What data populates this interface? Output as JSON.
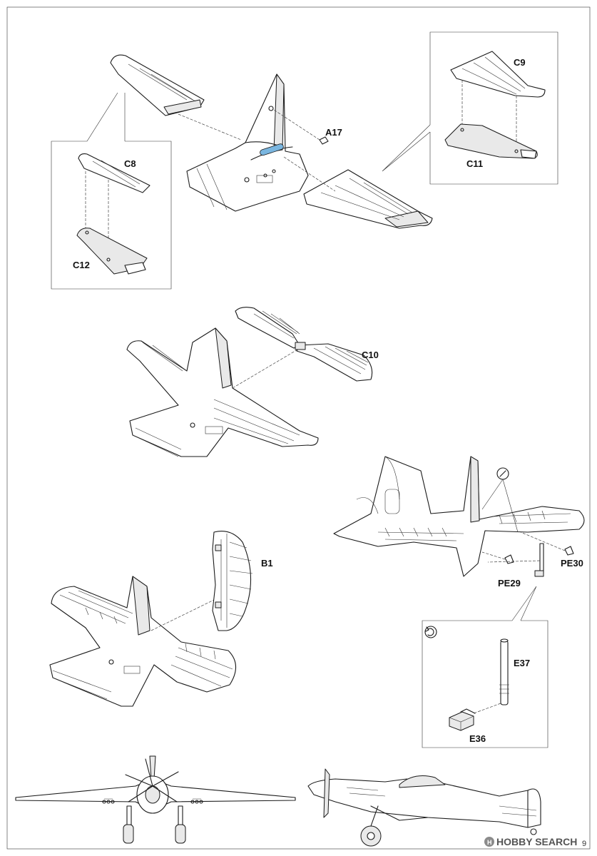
{
  "parts": {
    "a17": "A17",
    "c8": "C8",
    "c9": "C9",
    "c10": "C10",
    "c11": "C11",
    "c12": "C12",
    "b1": "B1",
    "pe29": "PE29",
    "pe30": "PE30",
    "e36": "E36",
    "e37": "E37"
  },
  "icons": {
    "rotate": "rotate-icon",
    "logo": "hobbysearch-logo"
  },
  "watermark": {
    "text": "HOBBY SEARCH"
  },
  "page_number": "9"
}
